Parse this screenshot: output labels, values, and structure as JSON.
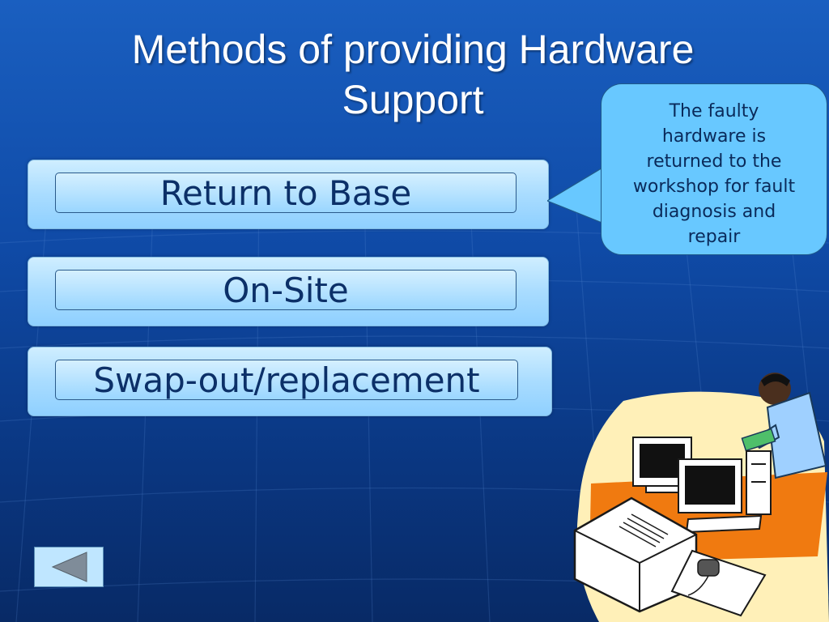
{
  "slide": {
    "title_lines": [
      "Methods of providing Hardware",
      "Support"
    ]
  },
  "methods": [
    {
      "label": "Return to Base"
    },
    {
      "label": "On-Site"
    },
    {
      "label": "Swap-out/replacement"
    }
  ],
  "callout": {
    "lines": [
      "The faulty",
      "hardware is",
      "returned to the",
      "workshop for fault",
      "diagnosis and",
      "repair"
    ]
  },
  "nav": {
    "back_icon": "triangle-left-icon"
  },
  "colors": {
    "background": "#0f4aa6",
    "title_text": "#ffffff",
    "button_text": "#0c3068",
    "callout_fill": "#68c8ff",
    "clipart_orange": "#f07a10",
    "clipart_cream": "#fff0b8"
  }
}
